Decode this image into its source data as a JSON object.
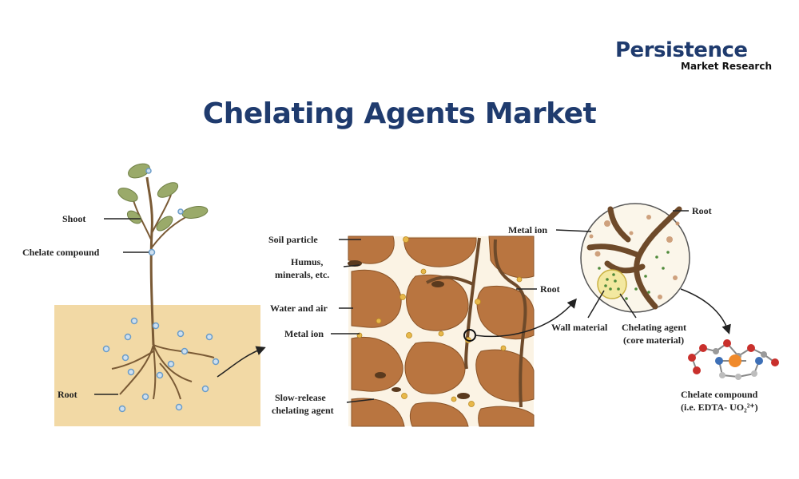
{
  "brand": {
    "name": "Persistence",
    "tagline": "Market Research"
  },
  "title": "Chelating Agents Market",
  "plant": {
    "shoot": "Shoot",
    "chelate_compound": "Chelate compound",
    "root": "Root"
  },
  "soil": {
    "soil_particle": "Soil particle",
    "humus_line1": "Humus,",
    "humus_line2": "minerals, etc.",
    "water_air": "Water and air",
    "metal_ion": "Metal ion",
    "slow_release_line1": "Slow-release",
    "slow_release_line2": "chelating agent",
    "root": "Root"
  },
  "zoom": {
    "metal_ion": "Metal ion",
    "root": "Root",
    "wall_material": "Wall material",
    "chelating_agent_line1": "Chelating agent",
    "chelating_agent_line2": "(core material)"
  },
  "molecule": {
    "label_line1": "Chelate compound",
    "label_line2": "(i.e. EDTA- UO₂²⁺)"
  },
  "colors": {
    "brand_blue": "#1f3b6e",
    "soil_bg": "#f2d9a5",
    "soil_brown": "#b97540",
    "ion_blue": "#7fb0d8"
  }
}
